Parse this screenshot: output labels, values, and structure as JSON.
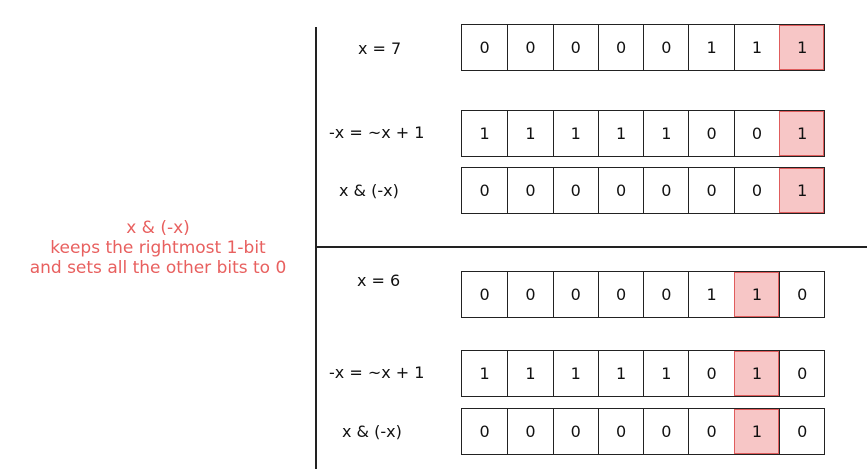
{
  "caption": {
    "line1": "x & (-x)",
    "line2": "keeps the rightmost 1-bit",
    "line3": "and sets all the other bits to 0"
  },
  "colors": {
    "caption": "#e8605f",
    "highlight_fill": "#f7c6c6",
    "highlight_border": "#e05c5c"
  },
  "rows": [
    {
      "label": "x = 7",
      "bits": [
        "0",
        "0",
        "0",
        "0",
        "0",
        "1",
        "1",
        "1"
      ],
      "highlight": 7
    },
    {
      "label": "-x = ~x + 1",
      "bits": [
        "1",
        "1",
        "1",
        "1",
        "1",
        "0",
        "0",
        "1"
      ],
      "highlight": 7
    },
    {
      "label": "x & (-x)",
      "bits": [
        "0",
        "0",
        "0",
        "0",
        "0",
        "0",
        "0",
        "1"
      ],
      "highlight": 7
    },
    {
      "label": "x = 6",
      "bits": [
        "0",
        "0",
        "0",
        "0",
        "0",
        "1",
        "1",
        "0"
      ],
      "highlight": 6
    },
    {
      "label": "-x = ~x + 1",
      "bits": [
        "1",
        "1",
        "1",
        "1",
        "1",
        "0",
        "1",
        "0"
      ],
      "highlight": 6
    },
    {
      "label": "x & (-x)",
      "bits": [
        "0",
        "0",
        "0",
        "0",
        "0",
        "0",
        "1",
        "0"
      ],
      "highlight": 6
    }
  ]
}
